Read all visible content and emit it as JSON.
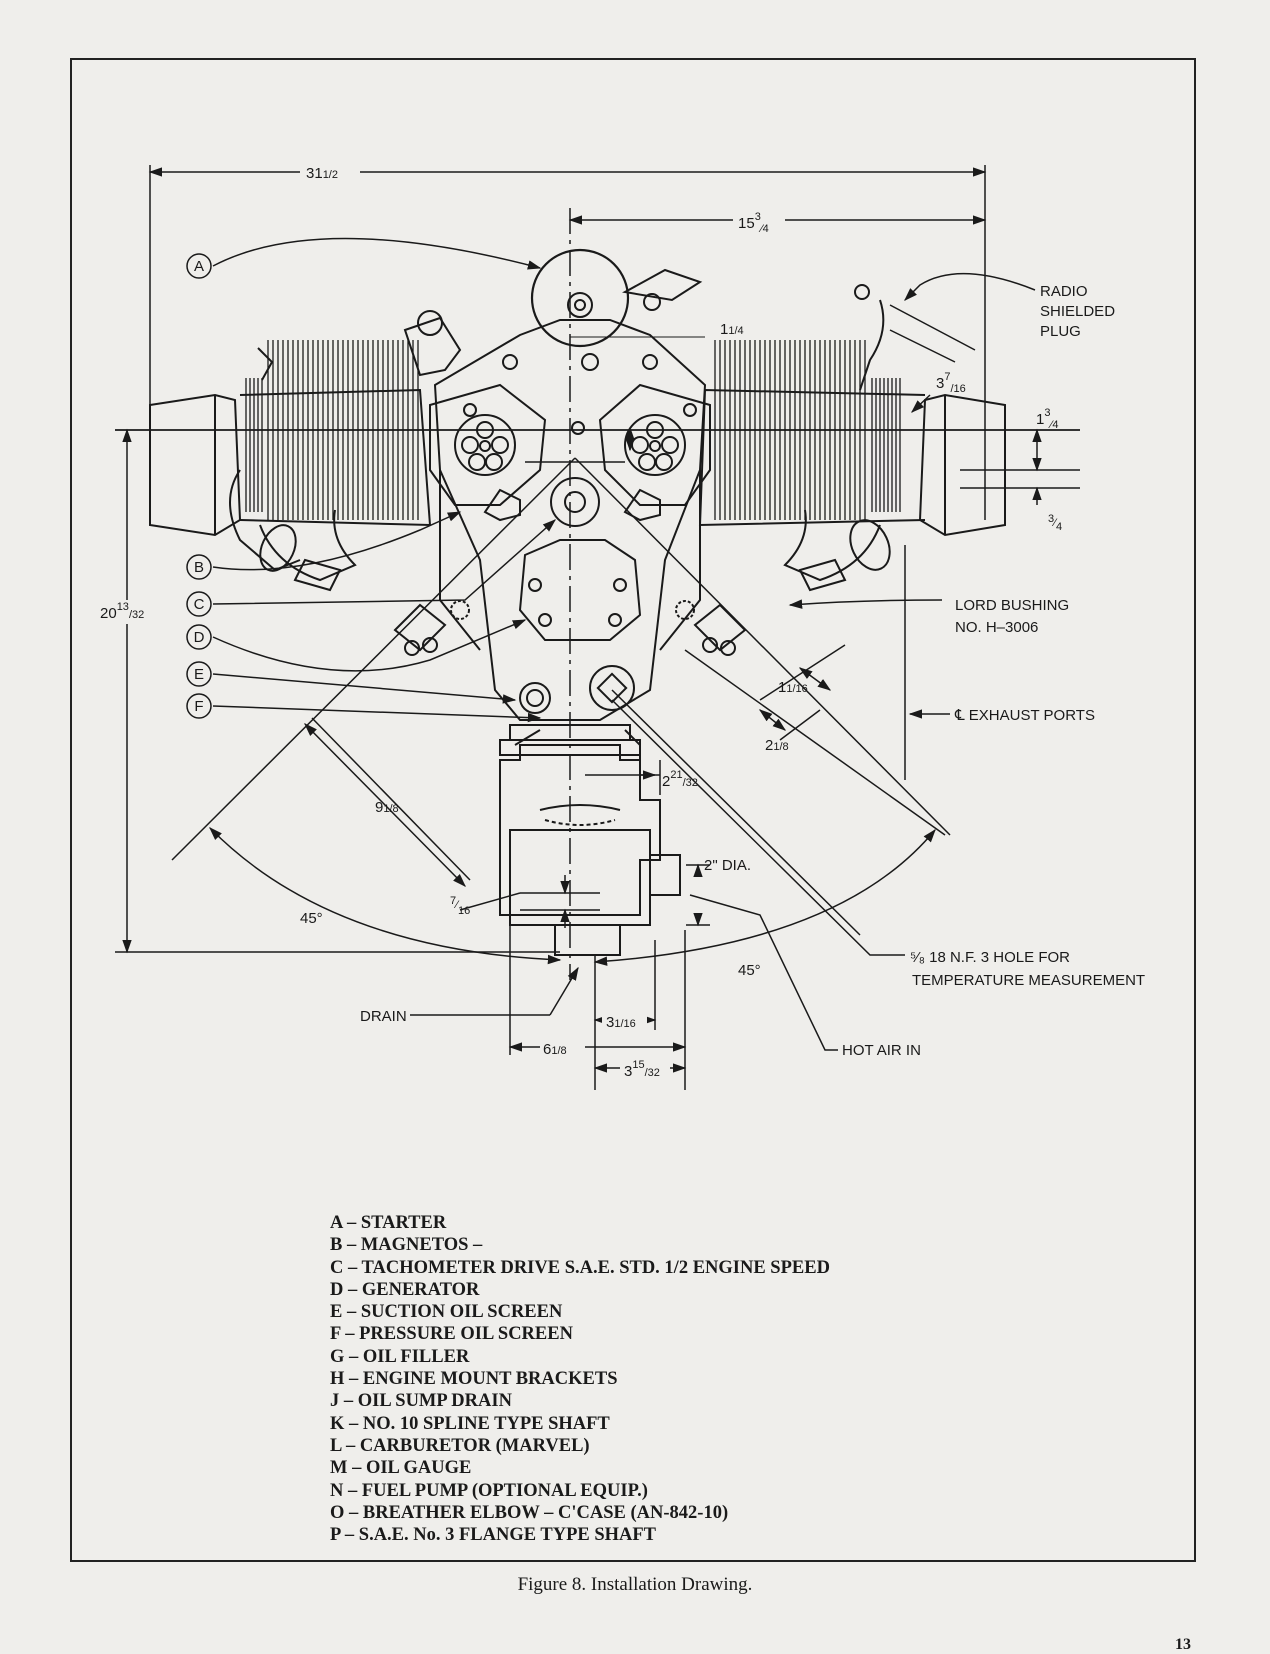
{
  "drawing": {
    "callouts": [
      "A",
      "B",
      "C",
      "D",
      "E",
      "F"
    ],
    "dimensions": {
      "overall_width": {
        "whole": "31",
        "frac": "1/2"
      },
      "half_width": {
        "whole": "15",
        "num": "3",
        "den": "4"
      },
      "height": {
        "whole": "20",
        "num": "13",
        "den": "32"
      },
      "starter_offset": {
        "whole": "1",
        "frac": "1/4"
      },
      "plug_offset": {
        "whole": "3",
        "num": "7",
        "den": "16"
      },
      "cyl_offset": {
        "whole": "1",
        "num": "3",
        "den": "4"
      },
      "cyl_offset_small": {
        "num": "3",
        "den": "4"
      },
      "bushing_a": {
        "whole": "1",
        "frac": "1/16"
      },
      "bushing_b": {
        "whole": "2",
        "frac": "1/8"
      },
      "mount_span": {
        "whole": "9",
        "frac": "1/8"
      },
      "flange": {
        "whole": "2",
        "num": "21",
        "den": "32"
      },
      "carb_offset": {
        "num": "7",
        "den": "16"
      },
      "angle_left": "45°",
      "angle_right": "45°",
      "drain_a": {
        "whole": "3",
        "frac": "1/16"
      },
      "drain_b": {
        "whole": "6",
        "frac": "1/8"
      },
      "drain_c": {
        "whole": "3",
        "num": "15",
        "den": "32"
      }
    },
    "labels": {
      "radio_1": "RADIO",
      "radio_2": "SHIELDED",
      "radio_3": "PLUG",
      "lord_1": "LORD BUSHING",
      "lord_2": "NO. H–3006",
      "exhaust": "℄ EXHAUST PORTS",
      "dia": "2\" DIA.",
      "hole_1": "⁵⁄₈ 18 N.F. 3 HOLE FOR",
      "hole_2": "TEMPERATURE MEASUREMENT",
      "drain": "DRAIN",
      "hot_air": "HOT AIR IN"
    }
  },
  "legend": [
    "A – STARTER",
    "B – MAGNETOS –",
    "C – TACHOMETER DRIVE S.A.E. STD. 1/2 ENGINE SPEED",
    "D – GENERATOR",
    "E – SUCTION OIL SCREEN",
    "F – PRESSURE OIL SCREEN",
    "G – OIL FILLER",
    "H – ENGINE MOUNT BRACKETS",
    "J – OIL SUMP DRAIN",
    "K – NO. 10 SPLINE TYPE SHAFT",
    "L – CARBURETOR (MARVEL)",
    "M – OIL GAUGE",
    "N – FUEL PUMP (OPTIONAL EQUIP.)",
    "O – BREATHER ELBOW – C'CASE (AN-842-10)",
    "P – S.A.E. No. 3 FLANGE TYPE SHAFT"
  ],
  "caption": "Figure 8.  Installation Drawing.",
  "page_number": "13"
}
